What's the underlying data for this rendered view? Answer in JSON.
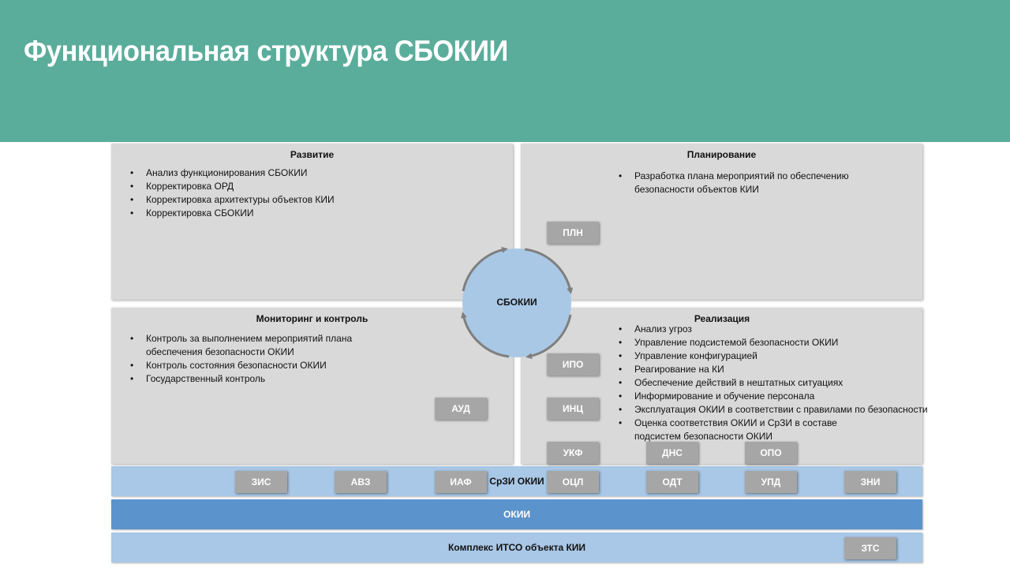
{
  "title": "Функциональная структура СБОКИИ",
  "center": "СБОКИИ",
  "quadrants": {
    "development": {
      "title": "Развитие",
      "items": [
        "Анализ функционирования СБОКИИ",
        "Корректировка ОРД",
        "Корректировка архитектуры объектов КИИ",
        "Корректировка СБОКИИ"
      ]
    },
    "planning": {
      "title": "Планирование",
      "items": [
        "Разработка плана мероприятий по обеспечению безопасности объектов КИИ"
      ]
    },
    "monitoring": {
      "title": "Мониторинг и контроль",
      "items": [
        "Контроль за выполнением мероприятий плана обеспечения безопасности ОКИИ",
        "Контроль состояния безопасности ОКИИ",
        "Государственный контроль"
      ]
    },
    "realization": {
      "title": "Реализация",
      "items": [
        "Анализ угроз",
        "Управление подсистемой безопасности ОКИИ",
        "Управление конфигурацией",
        "Реагирование на КИ",
        "Обеспечение действий в нештатных ситуациях",
        "Информирование и обучение персонала",
        "Эксплуатация ОКИИ в соответствии с правилами по безопасности",
        "Оценка соответствия ОКИИ и СрЗИ в составе подсистем безопасности ОКИИ"
      ]
    }
  },
  "tags": {
    "pln": "ПЛН",
    "aud": "АУД",
    "ipo": "ИПО",
    "inc": "ИНЦ",
    "ukf": "УКФ",
    "dns": "ДНС",
    "opo": "ОПО",
    "zis": "ЗИС",
    "avz": "АВЗ",
    "iaf": "ИАФ",
    "ocl": "ОЦЛ",
    "odt": "ОДТ",
    "upd": "УПД",
    "zni": "ЗНИ",
    "zts": "ЗТС"
  },
  "bands": {
    "szi": "СрЗИ ОКИИ",
    "okii": "ОКИИ",
    "itso": "Комплекс ИТСО объекта КИИ"
  },
  "colors": {
    "header": "#5aad9b",
    "quadrant": "#d9d9d9",
    "tag": "#a6a6a6",
    "band_light": "#a9c7e6",
    "band_dark": "#5b93cc",
    "circle": "#a9c8e6"
  }
}
